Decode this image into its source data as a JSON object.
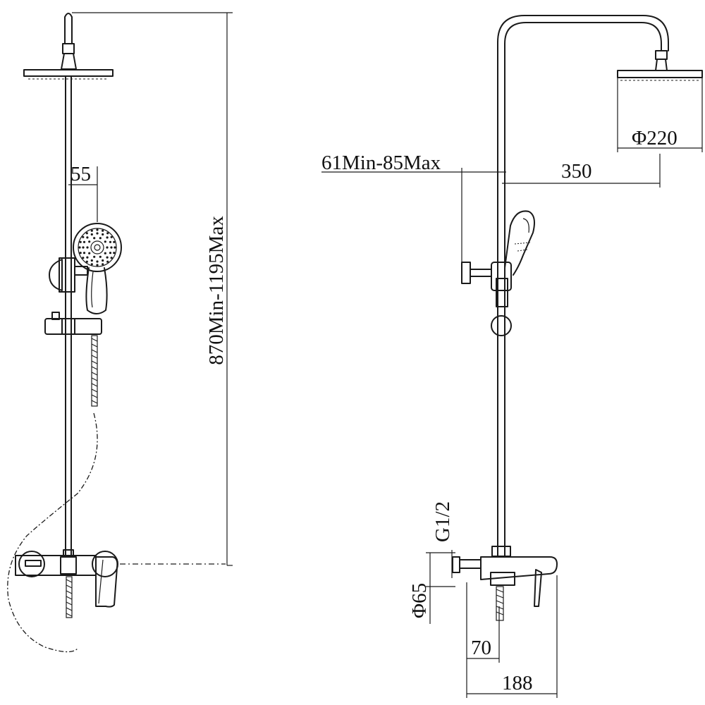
{
  "dimensions": {
    "height_range": "870Min-1195Max",
    "handshower_offset": "55",
    "arm_reach": "350",
    "wall_offset": "61Min-85Max",
    "head_diameter": "Φ220",
    "inlet_thread": "G1/2",
    "escutcheon_diameter": "Φ65",
    "mixer_depth_70": "70",
    "mixer_depth_188": "188"
  }
}
